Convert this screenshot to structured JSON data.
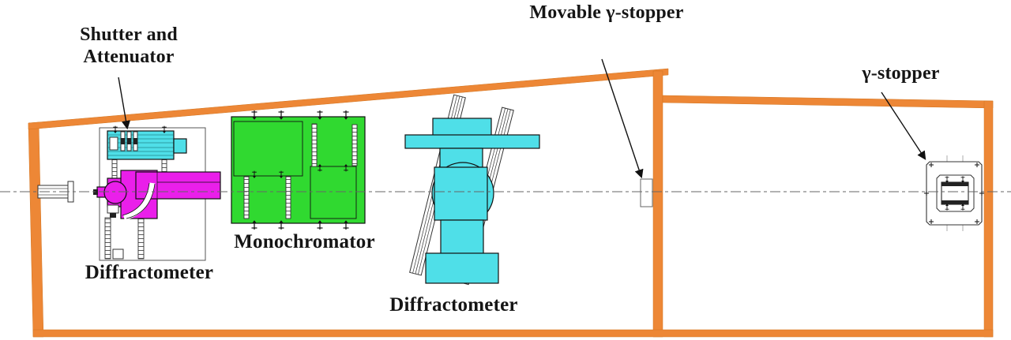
{
  "colors": {
    "wall_orange": "#ED8736",
    "equipment_cyan": "#4FDFE8",
    "equipment_green": "#30D930",
    "equipment_magenta": "#EA1FEA",
    "outline_dark": "#111111",
    "centerline_gray": "#666666",
    "label_text": "#151515",
    "background": "#FFFFFF"
  },
  "labels": {
    "shutter_attenuator_line1": "Shutter and",
    "shutter_attenuator_line2": "Attenuator",
    "movable_gamma_stopper": "Movable γ-stopper",
    "gamma_stopper": "γ-stopper",
    "monochromator": "Monochromator",
    "diffractometer_first": "Diffractometer",
    "diffractometer_second": "Diffractometer"
  }
}
